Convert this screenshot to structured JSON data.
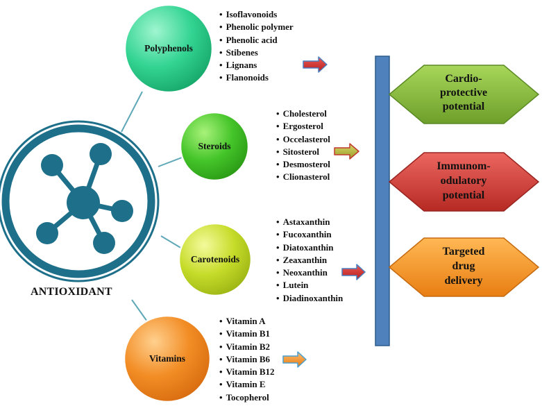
{
  "hub": {
    "label": "ANTIOXIDANT",
    "icon": "molecule-icon"
  },
  "categories": [
    {
      "label": "Polyphenols",
      "items": [
        "Isoflavonoids",
        "Phenolic polymer",
        "Phenolic acid",
        "Stibenes",
        "Lignans",
        "Flanonoids"
      ]
    },
    {
      "label": "Steroids",
      "items": [
        "Cholesterol",
        "Ergosterol",
        "Occelasterol",
        "Sitosterol",
        "Desmosterol",
        "Clionasterol"
      ]
    },
    {
      "label": "Carotenoids",
      "items": [
        "Astaxanthin",
        "Fucoxanthin",
        "Diatoxanthin",
        "Zeaxanthin",
        "Neoxanthin",
        "Lutein",
        "Diadinoxanthin"
      ]
    },
    {
      "label": "Vitamins",
      "items": [
        "Vitamin A",
        "Vitamin B1",
        "Vitamin B2",
        "Vitamin B6",
        "Vitamin B12",
        "Vitamin E",
        "Tocopherol"
      ]
    }
  ],
  "outcomes": [
    {
      "lines": [
        "Cardio-",
        "protective",
        "potential"
      ],
      "color": "#8cbf3f"
    },
    {
      "lines": [
        "Immunom-",
        "odulatory",
        "potential"
      ],
      "color": "#d7403a"
    },
    {
      "lines": [
        "Targeted",
        "drug",
        "delivery"
      ],
      "color": "#f39a25"
    }
  ],
  "colors": {
    "polyphenols": "#2fcf8f",
    "steroids": "#3fbf25",
    "carotenoids": "#bcd61f",
    "vitamins": "#f08a1f",
    "hub_ring": "#1e6f8a",
    "bar": "#4f81bd"
  }
}
